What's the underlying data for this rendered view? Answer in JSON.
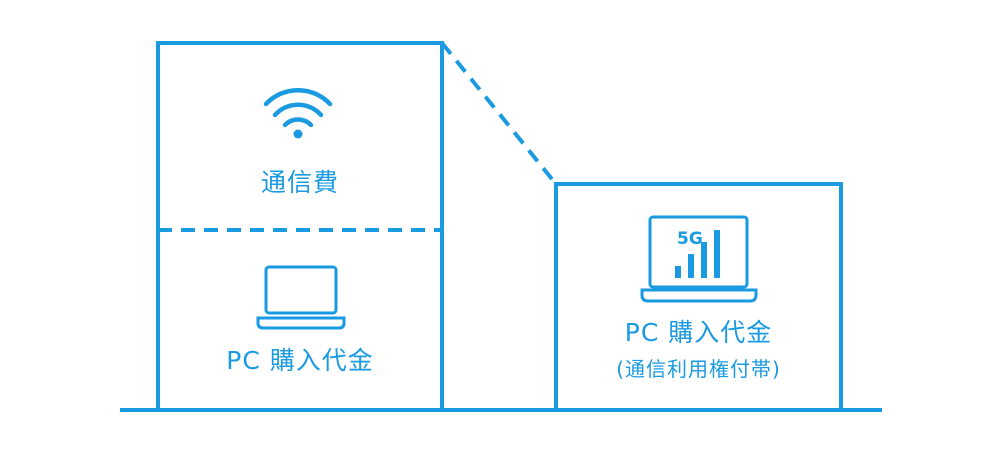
{
  "colors": {
    "primary": "#1a9ae0",
    "background": "#ffffff"
  },
  "left_box": {
    "upper": {
      "icon": "wifi-icon",
      "label": "通信費"
    },
    "lower": {
      "icon": "laptop-icon",
      "label": "PC 購入代金"
    }
  },
  "right_box": {
    "icon": "5g-laptop-icon",
    "icon_text": "5G",
    "label": "PC 購入代金",
    "sublabel": "(通信利用権付帯)"
  }
}
